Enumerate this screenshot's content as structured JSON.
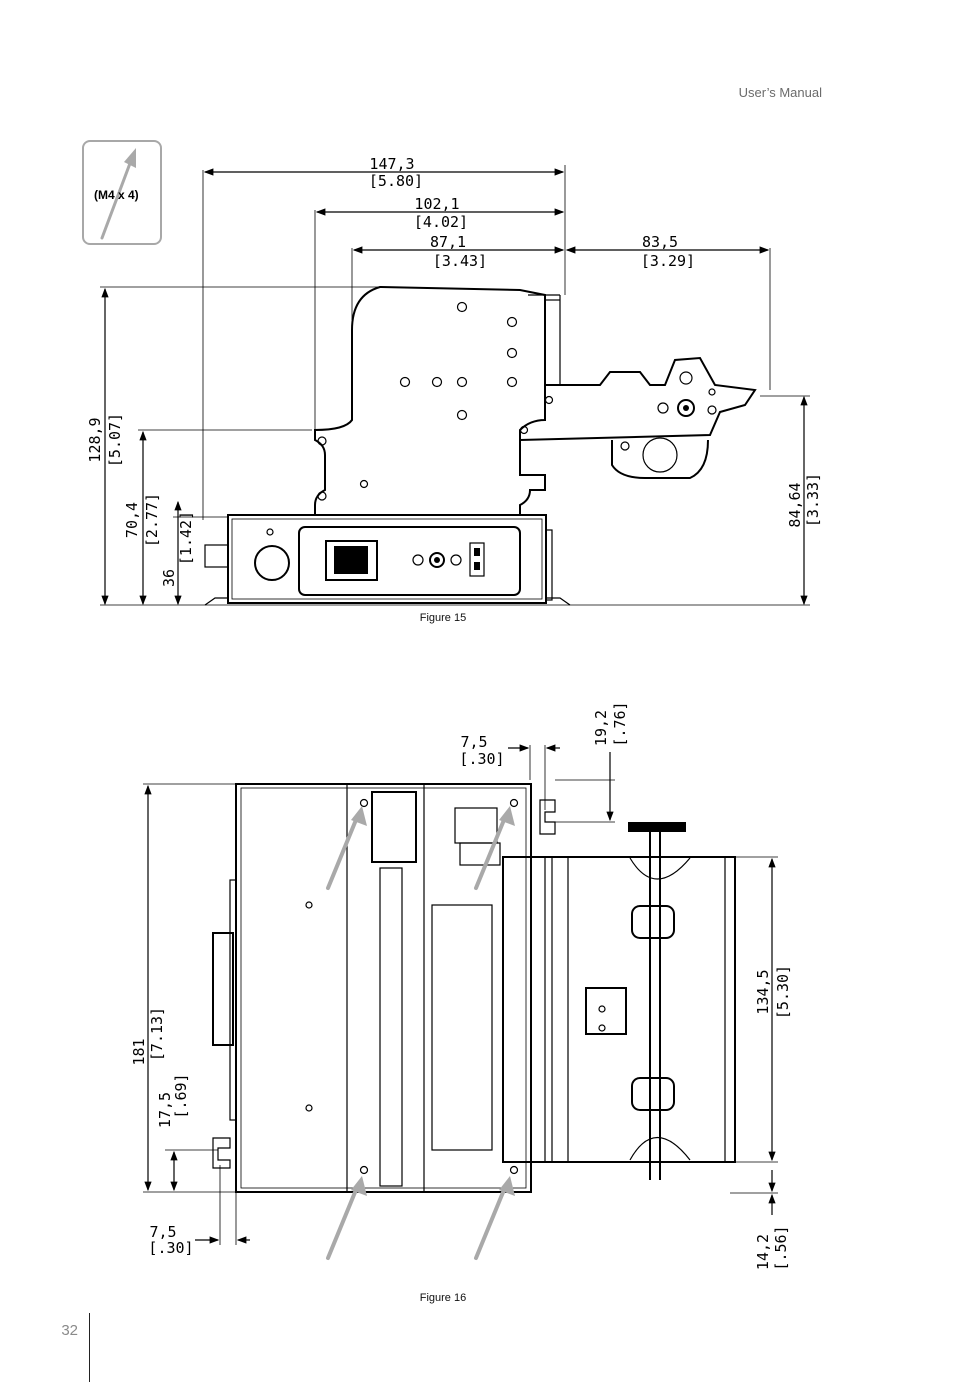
{
  "header": {
    "title": "User’s Manual"
  },
  "legend": {
    "label": "(M4 x 4)",
    "arrow_color": "#a9a9a9"
  },
  "figure15": {
    "caption": "Figure 15",
    "dims": {
      "d1": "147,3",
      "d1b": "[5.80]",
      "d2": "102,1",
      "d2b": "[4.02]",
      "d3": "87,1",
      "d3b": "[3.43]",
      "d4": "83,5",
      "d4b": "[3.29]",
      "d5": "128,9",
      "d5b": "[5.07]",
      "d6": "70,4",
      "d6b": "[2.77]",
      "d7": "36",
      "d7b": "[1.42]",
      "d8": "84,64",
      "d8b": "[3.33]"
    }
  },
  "figure16": {
    "caption": "Figure 16",
    "dims": {
      "d1": "7,5",
      "d1b": "[.30]",
      "d2": "19,2",
      "d2b": "[.76]",
      "d3": "181",
      "d3b": "[7.13]",
      "d4": "17,5",
      "d4b": "[.69]",
      "d5": "134,5",
      "d5b": "[5.30]",
      "d6": "7,5",
      "d6b": "[.30]",
      "d7": "14,2",
      "d7b": "[.56]"
    }
  },
  "footer": {
    "page_number": "32"
  }
}
